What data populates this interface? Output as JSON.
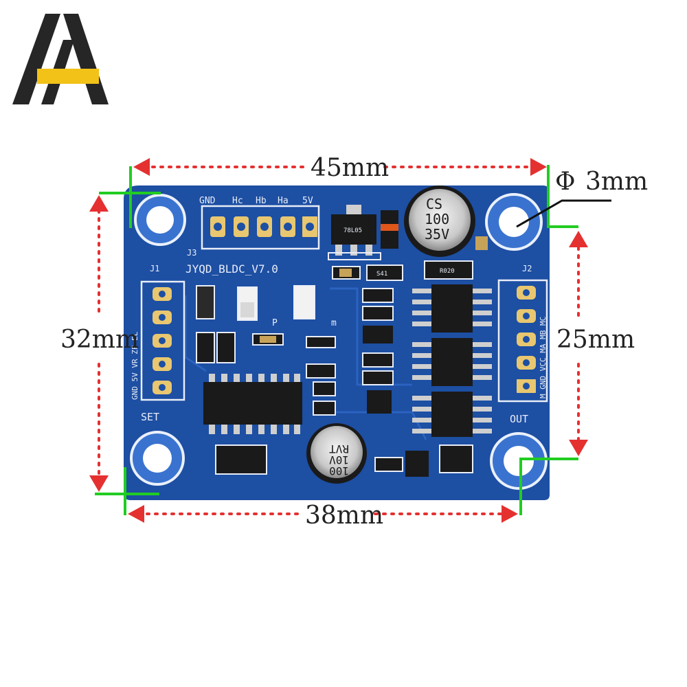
{
  "dimensions": {
    "top_width": "45mm",
    "bottom_width": "38mm",
    "left_height": "32mm",
    "right_height": "25mm",
    "hole_symbol": "Φ",
    "hole_size": "3mm"
  },
  "board": {
    "name": "JYQD_BLDC_V7.0",
    "connector_j3": "J3",
    "connector_j1": "J1",
    "connector_j2": "J2",
    "label_set": "SET",
    "label_out": "OUT",
    "label_p": "P",
    "label_m": "m",
    "top_pins": [
      "GND",
      "Hc",
      "Hb",
      "Ha",
      "5V"
    ],
    "left_pins_text": "GND 5V VR ZF EL",
    "right_pins_text": "M GND VCC MA MB MC",
    "regulator_text": "78L05",
    "resistor_text": "R020",
    "diode_text": "S41"
  },
  "cap_large": {
    "line1": "CS",
    "line2": "100",
    "line3": "35V"
  },
  "cap_small": {
    "line1": "RVT",
    "line2": "10V",
    "line3": "100"
  },
  "colors": {
    "pcb": "#1d4fa3",
    "dimension_line": "#e53030",
    "guide_line": "#22cc22",
    "logo_dark": "#262626",
    "logo_accent": "#f2c218"
  }
}
